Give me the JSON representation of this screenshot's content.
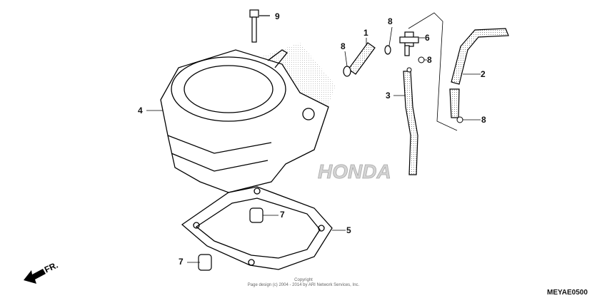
{
  "callouts": [
    {
      "id": "callout-9",
      "label": "9"
    },
    {
      "id": "callout-1",
      "label": "1"
    },
    {
      "id": "callout-8a",
      "label": "8"
    },
    {
      "id": "callout-6",
      "label": "6"
    },
    {
      "id": "callout-8b",
      "label": "8"
    },
    {
      "id": "callout-8c",
      "label": "8"
    },
    {
      "id": "callout-2",
      "label": "2"
    },
    {
      "id": "callout-3",
      "label": "3"
    },
    {
      "id": "callout-8d",
      "label": "8"
    },
    {
      "id": "callout-4",
      "label": "4"
    },
    {
      "id": "callout-7a",
      "label": "7"
    },
    {
      "id": "callout-5",
      "label": "5"
    },
    {
      "id": "callout-7b",
      "label": "7"
    }
  ],
  "front_label": "FR.",
  "copyright_line1": "Copyright",
  "copyright_line2": "Page design (c) 2004 - 2014 by ARI Network Services, Inc.",
  "diagram_code": "MEYAE0500",
  "watermark": "HONDA"
}
